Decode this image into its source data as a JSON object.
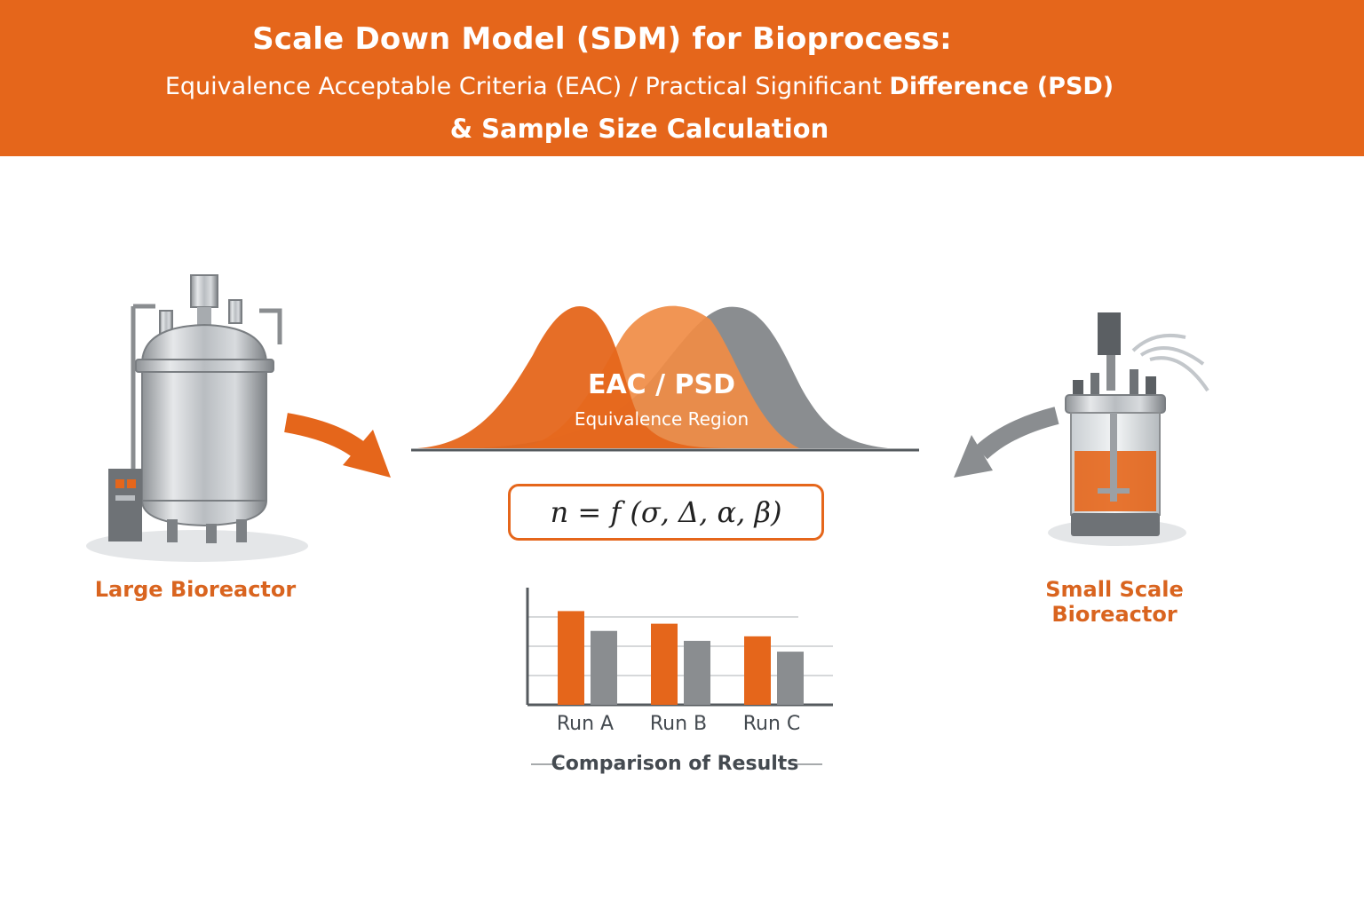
{
  "header": {
    "title": "Scale Down Model (SDM) for Bioprocess:",
    "subtitle_part1": "Equivalence Acceptable Criteria (EAC) / Practical Significant ",
    "subtitle_part2": "Difference (PSD)",
    "subtitle_line2": "& Sample Size Calculation"
  },
  "left": {
    "label": "Large Bioreactor",
    "icon": "large-bioreactor-icon"
  },
  "right": {
    "label": "Small Scale Bioreactor",
    "icon": "small-bioreactor-icon"
  },
  "center": {
    "region_title": "EAC / PSD",
    "region_subtitle": "Equivalence Region",
    "formula": "n = f (σ, Δ, α, β)"
  },
  "colors": {
    "orange": "#e5661b",
    "gray": "#8a8d90",
    "dark": "#444a50"
  },
  "chart_data": {
    "type": "bar",
    "title": "Comparison of Results",
    "categories": [
      "Run A",
      "Run B",
      "Run C"
    ],
    "series": [
      {
        "values": [
          104,
          90,
          76
        ],
        "color": "#e5661b"
      },
      {
        "values": [
          82,
          71,
          59
        ],
        "color": "#8a8d90"
      }
    ],
    "ylim": [
      0,
      130
    ],
    "grid": true
  }
}
